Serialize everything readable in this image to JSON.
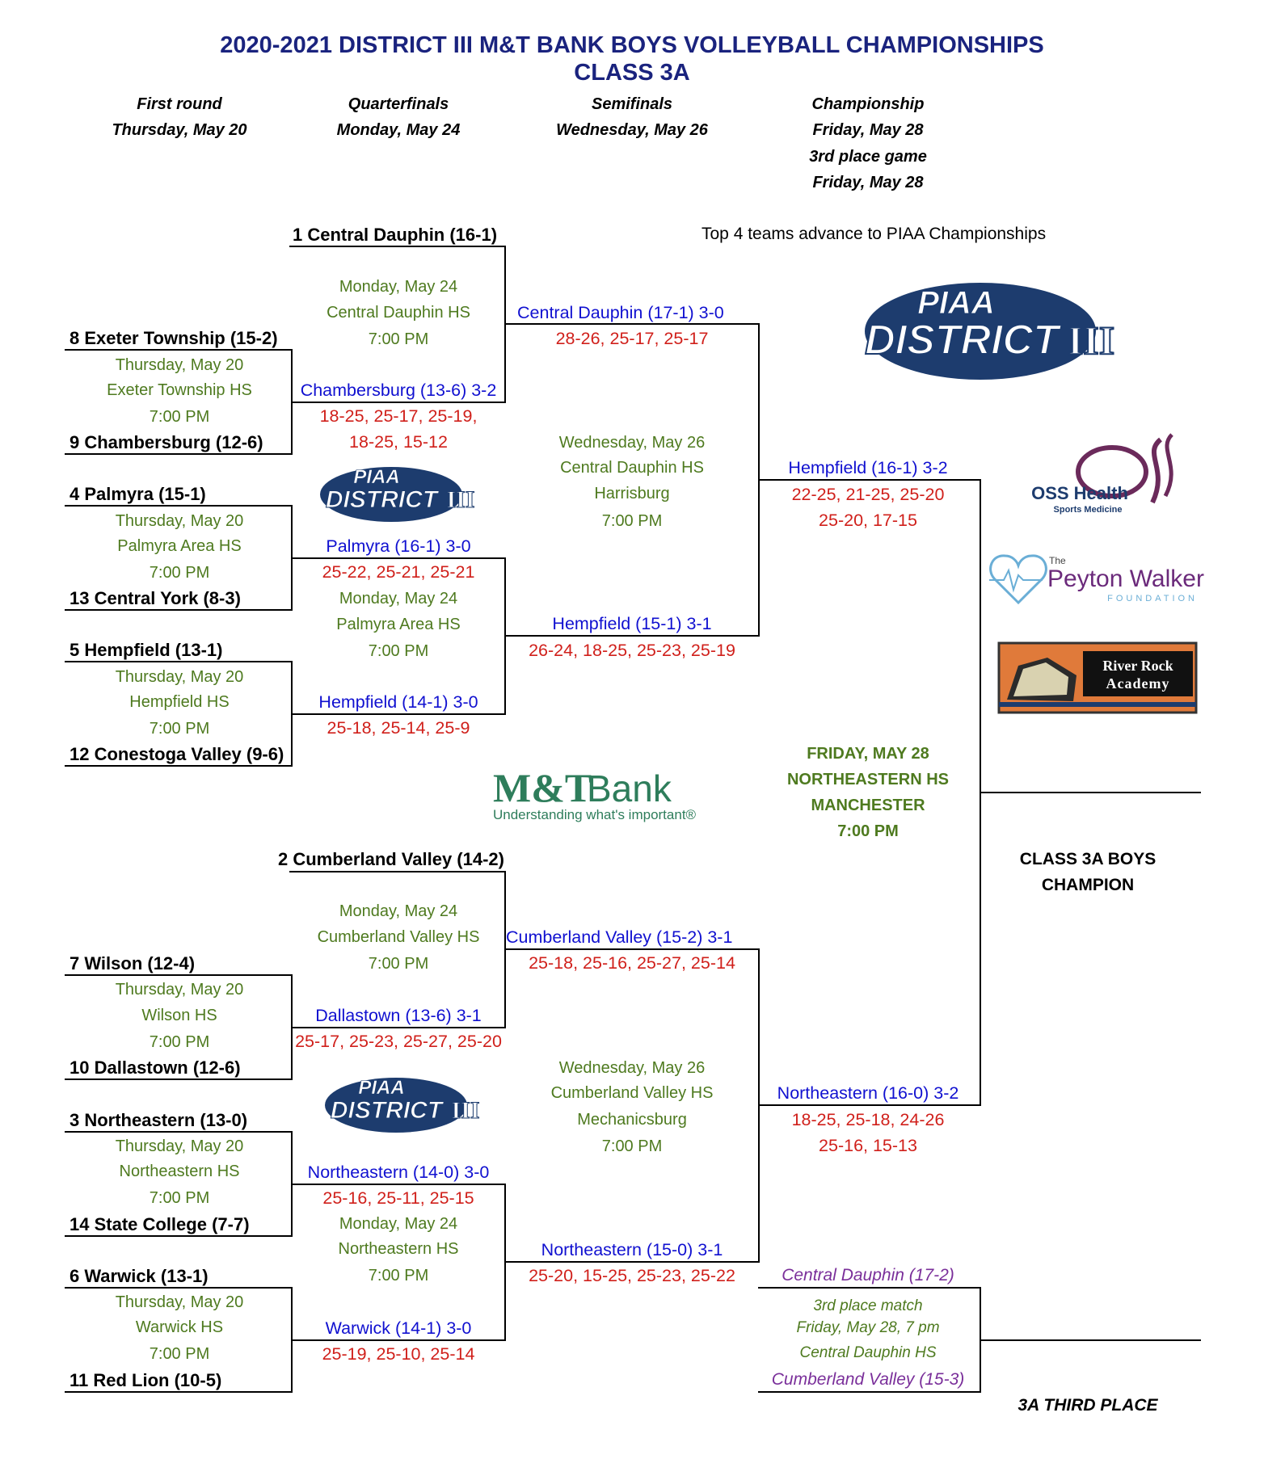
{
  "title": {
    "line1": "2020-2021 DISTRICT III M&T BANK BOYS VOLLEYBALL CHAMPIONSHIPS",
    "line2": "CLASS 3A"
  },
  "rounds": [
    {
      "name": "First round",
      "date": "Thursday, May 20"
    },
    {
      "name": "Quarterfinals",
      "date": "Monday, May 24"
    },
    {
      "name": "Semifinals",
      "date": "Wednesday, May 26"
    },
    {
      "name": "Championship",
      "date": "Friday, May 28",
      "extra_name": "3rd place game",
      "extra_date": "Friday, May 28"
    }
  ],
  "note": "Top 4 teams advance to PIAA Championships",
  "seeds": {
    "s1": "1 Central Dauphin (16-1)",
    "s8": "8 Exeter Township (15-2)",
    "s9": "9 Chambersburg (12-6)",
    "s4": "4 Palmyra (15-1)",
    "s13": "13 Central York (8-3)",
    "s5": "5 Hempfield (13-1)",
    "s12": "12 Conestoga Valley (9-6)",
    "s2": "2 Cumberland Valley (14-2)",
    "s7": "7 Wilson (12-4)",
    "s10": "10 Dallastown (12-6)",
    "s3": "3 Northeastern (13-0)",
    "s14": "14 State College (7-7)",
    "s6": "6 Warwick (13-1)",
    "s11": "11 Red Lion (10-5)"
  },
  "first_round": {
    "g1": {
      "date": "Thursday, May 20",
      "site": "Exeter Township HS",
      "time": "7:00 PM",
      "winner": "Chambersburg (13-6)  3-2",
      "score1": "18-25, 25-17, 25-19,",
      "score2": "18-25, 15-12"
    },
    "g2": {
      "date": "Thursday, May 20",
      "site": "Palmyra Area HS",
      "time": "7:00 PM",
      "winner": "Palmyra (16-1)   3-0",
      "score1": "25-22, 25-21, 25-21"
    },
    "g3": {
      "date": "Thursday, May 20",
      "site": "Hempfield HS",
      "time": "7:00 PM",
      "winner": "Hempfield (14-1)   3-0",
      "score1": "25-18, 25-14, 25-9"
    },
    "g4": {
      "date": "Thursday, May 20",
      "site": "Wilson HS",
      "time": "7:00 PM",
      "winner": "Dallastown (13-6)   3-1",
      "score1": "25-17, 25-23, 25-27, 25-20"
    },
    "g5": {
      "date": "Thursday, May 20",
      "site": "Northeastern HS",
      "time": "7:00 PM",
      "winner": "Northeastern (14-0)   3-0",
      "score1": "25-16, 25-11, 25-15"
    },
    "g6": {
      "date": "Thursday, May 20",
      "site": "Warwick HS",
      "time": "7:00 PM",
      "winner": "Warwick (14-1)   3-0",
      "score1": "25-19, 25-10, 25-14"
    }
  },
  "quarterfinals": {
    "q1": {
      "date": "Monday, May 24",
      "site": "Central Dauphin HS",
      "time": "7:00 PM",
      "winner": "Central Dauphin (17-1)  3-0",
      "score1": "28-26, 25-17, 25-17"
    },
    "q2": {
      "date": "Monday, May 24",
      "site": "Palmyra Area HS",
      "time": "7:00 PM",
      "winner": "Hempfield (15-1)  3-1",
      "score1": "26-24, 18-25, 25-23, 25-19"
    },
    "q3": {
      "date": "Monday, May 24",
      "site": "Cumberland Valley HS",
      "time": "7:00 PM",
      "winner": "Cumberland Valley (15-2)  3-1",
      "score1": "25-18, 25-16, 25-27, 25-14"
    },
    "q4": {
      "date": "Monday, May 24",
      "site": "Northeastern HS",
      "time": "7:00 PM",
      "winner": "Northeastern (15-0)  3-1",
      "score1": "25-20, 15-25, 25-23, 25-22"
    }
  },
  "semifinals": {
    "sf1": {
      "date": "Wednesday, May 26",
      "site": "Central Dauphin HS",
      "city": "Harrisburg",
      "time": "7:00 PM",
      "winner": "Hempfield (16-1)  3-2",
      "score1": "22-25, 21-25, 25-20",
      "score2": "25-20, 17-15"
    },
    "sf2": {
      "date": "Wednesday, May 26",
      "site": "Cumberland Valley HS",
      "city": "Mechanicsburg",
      "time": "7:00 PM",
      "winner": "Northeastern (16-0)  3-2",
      "score1": "18-25, 25-18, 24-26",
      "score2": "25-16, 15-13"
    }
  },
  "final": {
    "date": "FRIDAY, MAY 28",
    "site": "NORTHEASTERN HS",
    "city": "MANCHESTER",
    "time": "7:00 PM",
    "champion_label_1": "CLASS 3A BOYS",
    "champion_label_2": "CHAMPION"
  },
  "third_place": {
    "team1": "Central Dauphin (17-2)",
    "label": "3rd place match",
    "when": "Friday, May 28, 7 pm",
    "site": "Central Dauphin HS",
    "team2": "Cumberland Valley (15-3)",
    "result_label": "3A THIRD PLACE"
  },
  "logos": {
    "piaa_top": "PIAA",
    "district_word": "DISTRICT",
    "district_num": "III",
    "oss_line1": "OSS Health",
    "oss_line2": "Sports Medicine",
    "peyton_the": "The",
    "peyton_name": "Peyton Walker",
    "peyton_sub": "FOUNDATION",
    "riverrock_1": "River Rock",
    "riverrock_2": "Academy",
    "mt_name": "M&T",
    "mt_bank": "Bank",
    "mt_tagline": "Understanding what's important®"
  },
  "colors": {
    "title": "#1a237e",
    "winner": "#1010d0",
    "score": "#d0201b",
    "info": "#4e7a1f",
    "third": "#7a2f9a",
    "mt_green": "#2e7d5b",
    "piaa_navy": "#1d3c6e"
  }
}
